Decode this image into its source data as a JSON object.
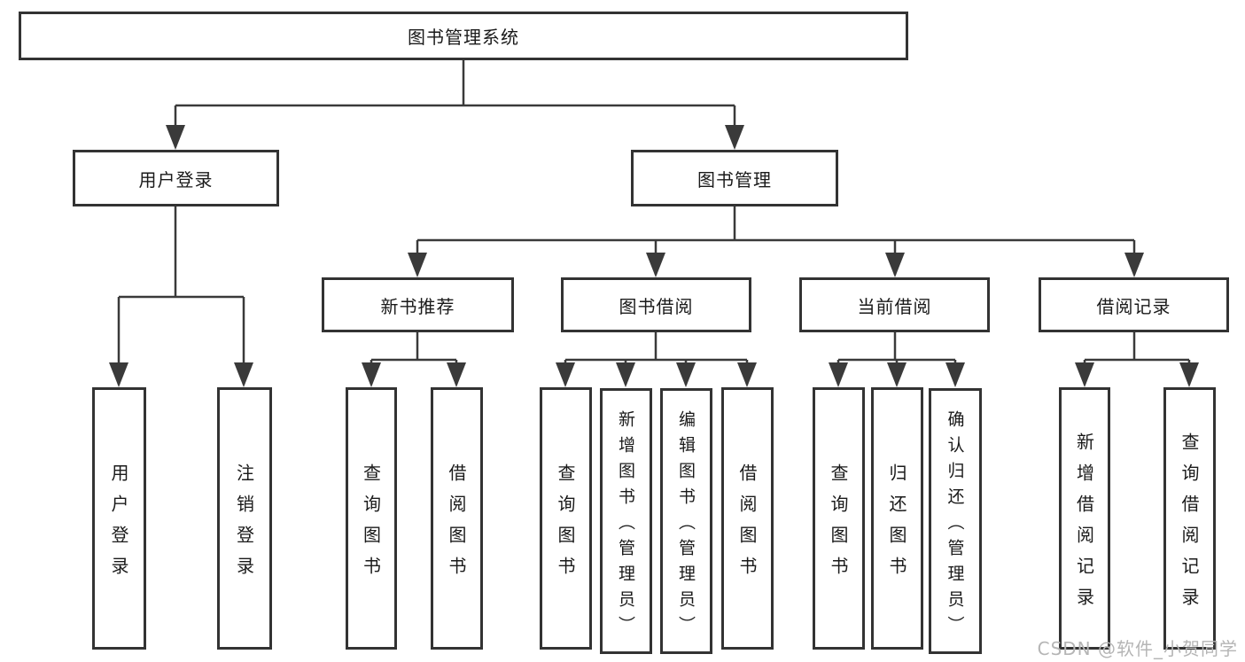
{
  "diagram": {
    "root": "图书管理系统",
    "level1": [
      "用户登录",
      "图书管理"
    ],
    "level2": [
      "新书推荐",
      "图书借阅",
      "当前借阅",
      "借阅记录"
    ],
    "leaves": {
      "user_login": [
        "用户登录",
        "注销登录"
      ],
      "new_books": [
        "查询图书",
        "借阅图书"
      ],
      "book_borrow": [
        "查询图书",
        "新增图书（管理员）",
        "编辑图书（管理员）",
        "借阅图书"
      ],
      "current_borrow": [
        "查询图书",
        "归还图书",
        "确认归还（管理员）"
      ],
      "borrow_records": [
        "新增借阅记录",
        "查询借阅记录"
      ]
    }
  },
  "watermark": {
    "text": "CSDN @软件_小贺同学"
  },
  "colors": {
    "line": "#3a3a3a",
    "box_border": "#333333",
    "text": "#1a1a1a",
    "watermark": "#b5b5b5",
    "background": "#ffffff"
  }
}
